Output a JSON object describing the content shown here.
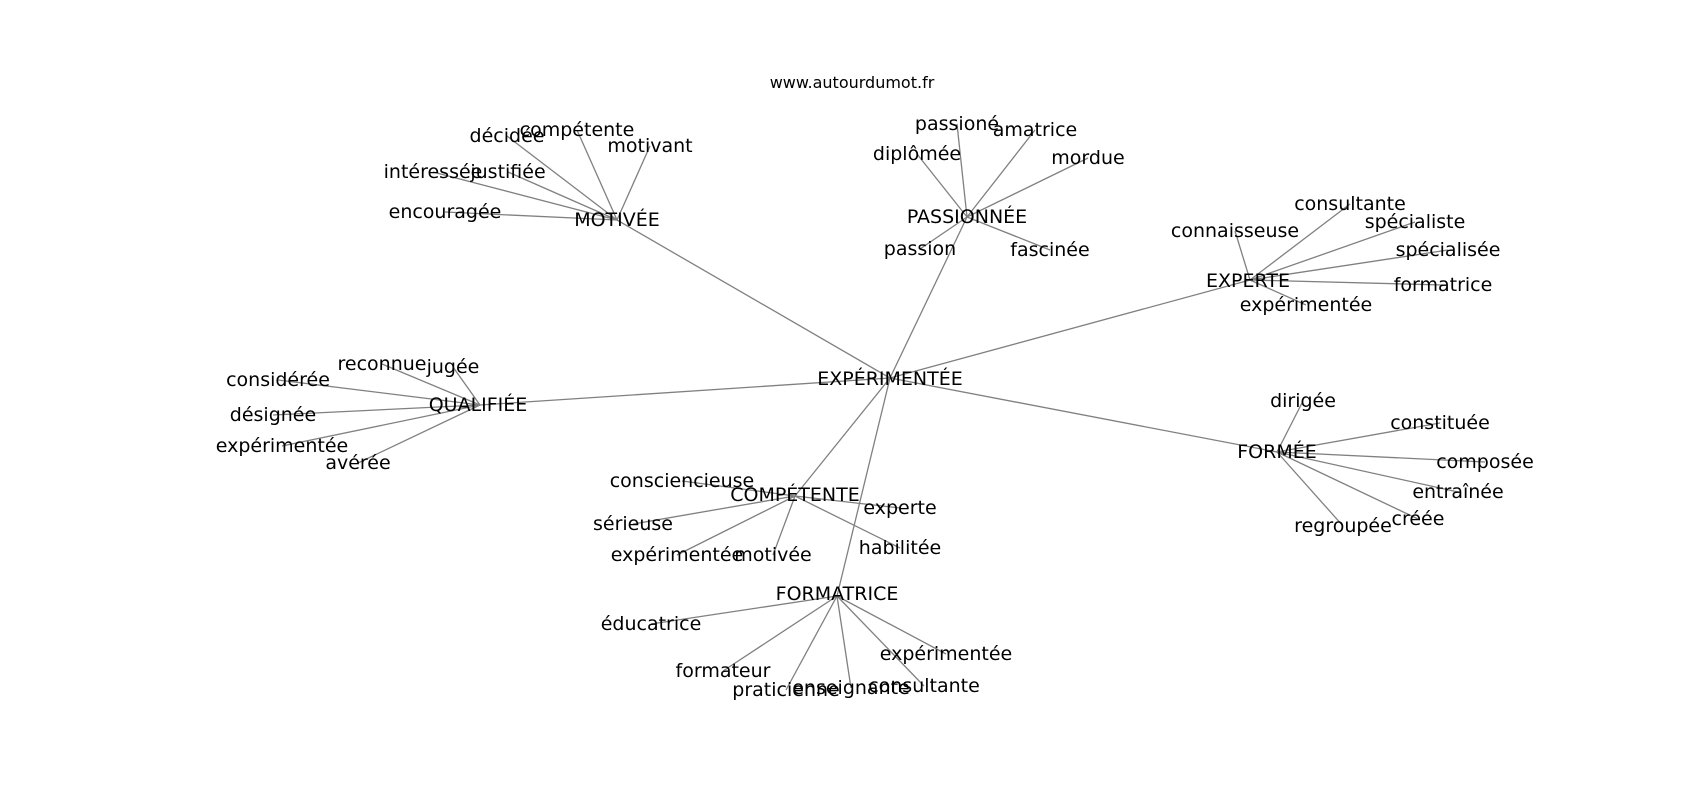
{
  "header": {
    "site": "www.autourdumot.fr"
  },
  "center": "EXPÉRIMENTÉE",
  "hubs": [
    {
      "label": "MOTIVÉE",
      "leaves": [
        "décidée",
        "compétente",
        "motivant",
        "intéressée",
        "justifiée",
        "encouragée"
      ]
    },
    {
      "label": "PASSIONNÉE",
      "leaves": [
        "passioné",
        "amatrice",
        "diplômée",
        "mordue",
        "passion",
        "fascinée"
      ]
    },
    {
      "label": "EXPERTE",
      "leaves": [
        "consultante",
        "connaisseuse",
        "spécialiste",
        "spécialisée",
        "formatrice",
        "expérimentée"
      ]
    },
    {
      "label": "QUALIFIÉE",
      "leaves": [
        "reconnue",
        "jugée",
        "considérée",
        "désignée",
        "expérimentée",
        "avérée"
      ]
    },
    {
      "label": "FORMÉE",
      "leaves": [
        "dirigée",
        "constituée",
        "composée",
        "entraînée",
        "créée",
        "regroupée"
      ]
    },
    {
      "label": "COMPÉTENTE",
      "leaves": [
        "consciencieuse",
        "sérieuse",
        "experte",
        "habilitée",
        "expérimentée",
        "motivée"
      ]
    },
    {
      "label": "FORMATRICE",
      "leaves": [
        "éducatrice",
        "expérimentée",
        "formateur",
        "consultante",
        "praticienne",
        "enseignante"
      ]
    }
  ]
}
